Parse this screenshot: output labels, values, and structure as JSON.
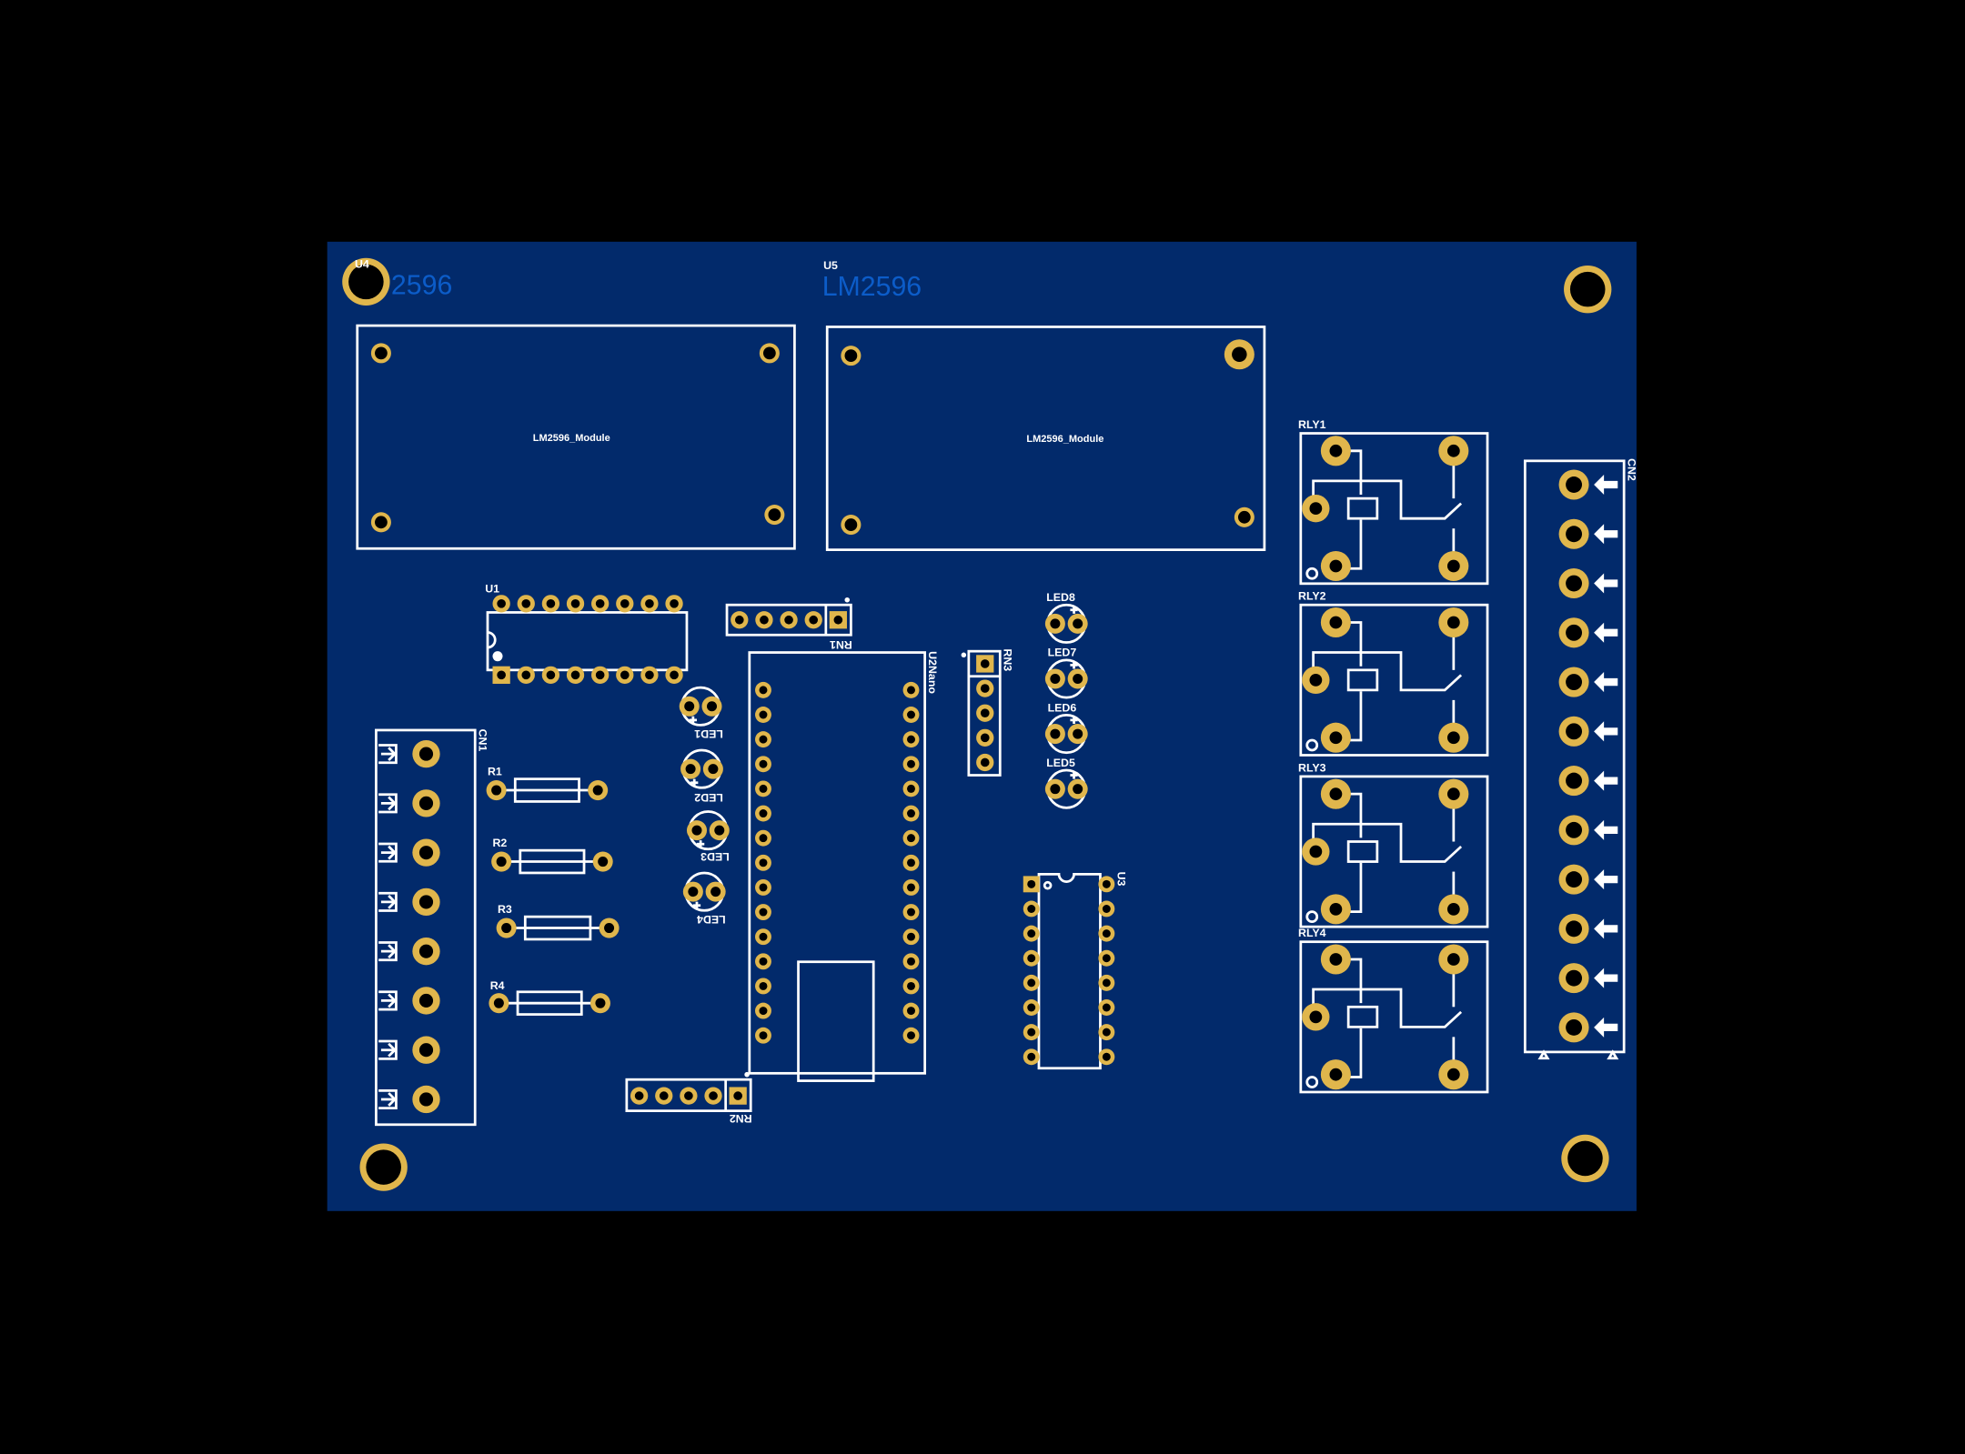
{
  "colors": {
    "background": "#000000",
    "board": "#022a6b",
    "copper": "#e0b64c",
    "silkscreen": "#ffffff",
    "value_text": "#0c5cc8"
  },
  "modules": [
    {
      "ref": "U4",
      "value": "2596",
      "label": "LM2596_Module"
    },
    {
      "ref": "U5",
      "value": "LM2596",
      "label": "LM2596_Module"
    }
  ],
  "components": {
    "u1": "U1",
    "u2": "U2Nano",
    "u3": "U3",
    "rn1": "RN1",
    "rn2": "RN2",
    "rn3": "RN3",
    "cn1": "CN1",
    "cn2": "CN2",
    "resistors": [
      "R1",
      "R2",
      "R3",
      "R4"
    ],
    "leds": [
      "LED1",
      "LED2",
      "LED3",
      "LED4",
      "LED5",
      "LED6",
      "LED7",
      "LED8"
    ],
    "relays": [
      "RLY1",
      "RLY2",
      "RLY3",
      "RLY4"
    ]
  }
}
